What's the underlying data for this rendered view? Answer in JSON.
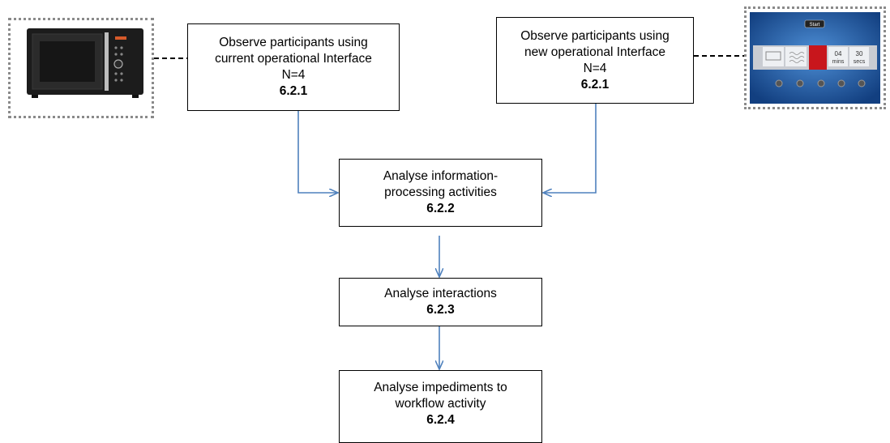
{
  "boxes": {
    "observe_current": {
      "lines": [
        "Observe participants using",
        "current  operational Interface",
        "N=4"
      ],
      "ref": "6.2.1"
    },
    "observe_new": {
      "lines": [
        "Observe participants using",
        "new operational Interface",
        "N=4"
      ],
      "ref": "6.2.1"
    },
    "analyse_info": {
      "lines": [
        "Analyse information-",
        "processing activities"
      ],
      "ref": "6.2.2"
    },
    "analyse_interactions": {
      "lines": [
        "Analyse interactions"
      ],
      "ref": "6.2.3"
    },
    "analyse_impediments": {
      "lines": [
        "Analyse impediments to",
        "workflow activity"
      ],
      "ref": "6.2.4"
    }
  },
  "new_interface_screen": {
    "start_label": "Start",
    "time": [
      {
        "value": "04",
        "unit": "mins"
      },
      {
        "value": "30",
        "unit": "secs"
      }
    ]
  },
  "colors": {
    "arrow": "#4f81bd",
    "frame": "#8a8a8a",
    "screen_bg": "#1e5aa8"
  }
}
